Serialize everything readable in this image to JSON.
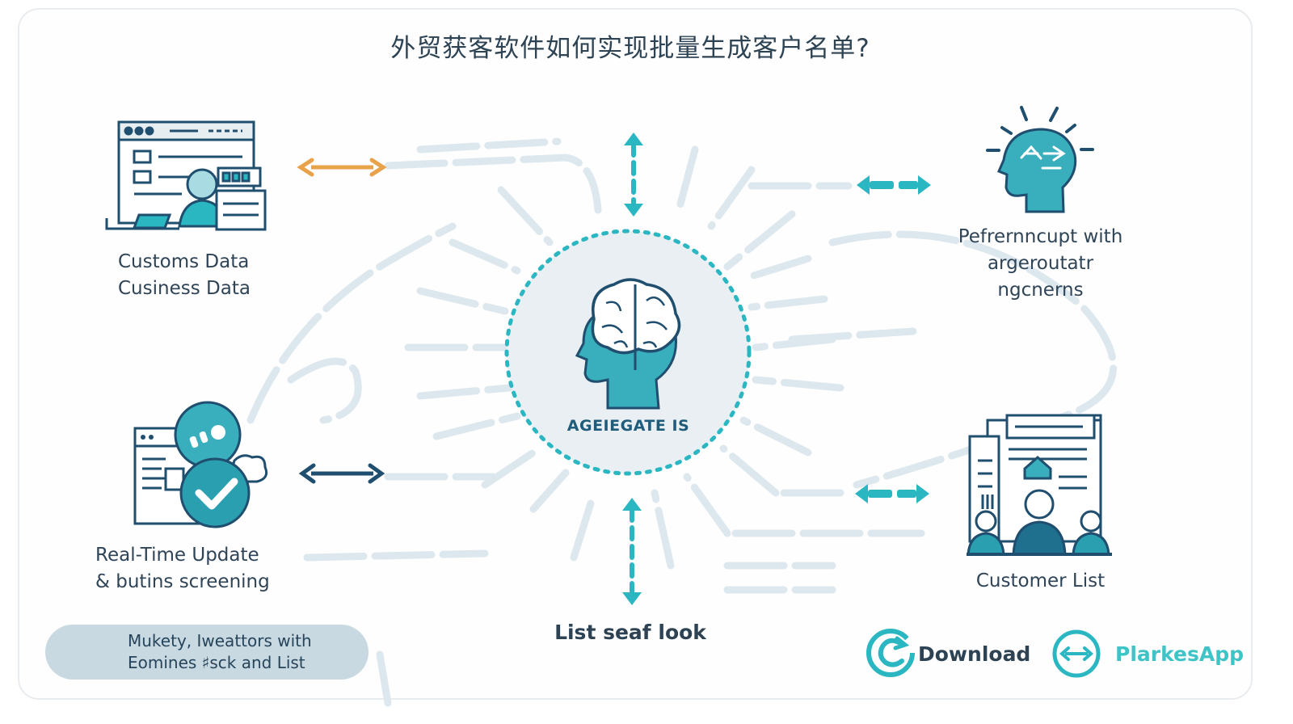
{
  "title": "外贸获客软件如何实现批量生成客户名单?",
  "center": {
    "label": "AGEIEGATE IS"
  },
  "bottom_center": {
    "label": "List seaf look"
  },
  "nodes": {
    "top_left": {
      "lines": [
        "Customs Data",
        "Cusiness Data"
      ]
    },
    "top_right": {
      "lines": [
        "Pefrernncupt with",
        "argeroutatr",
        "ngcnerns"
      ]
    },
    "bottom_left": {
      "lines": [
        "Real-Time Update",
        "& butins screening"
      ]
    },
    "bottom_right": {
      "lines": [
        "Customer List"
      ]
    }
  },
  "pill": {
    "lines": [
      "Mukety, Iweattors with",
      "Eomines ♯sck and List"
    ]
  },
  "actions": {
    "download": "Download",
    "app": "PlarkesApp"
  },
  "colors": {
    "teal": "#2bb7c2",
    "navy": "#1f4e6e",
    "orange": "#e8a24a",
    "text": "#2f4457",
    "bg_stroke": "#dbe6ec"
  }
}
